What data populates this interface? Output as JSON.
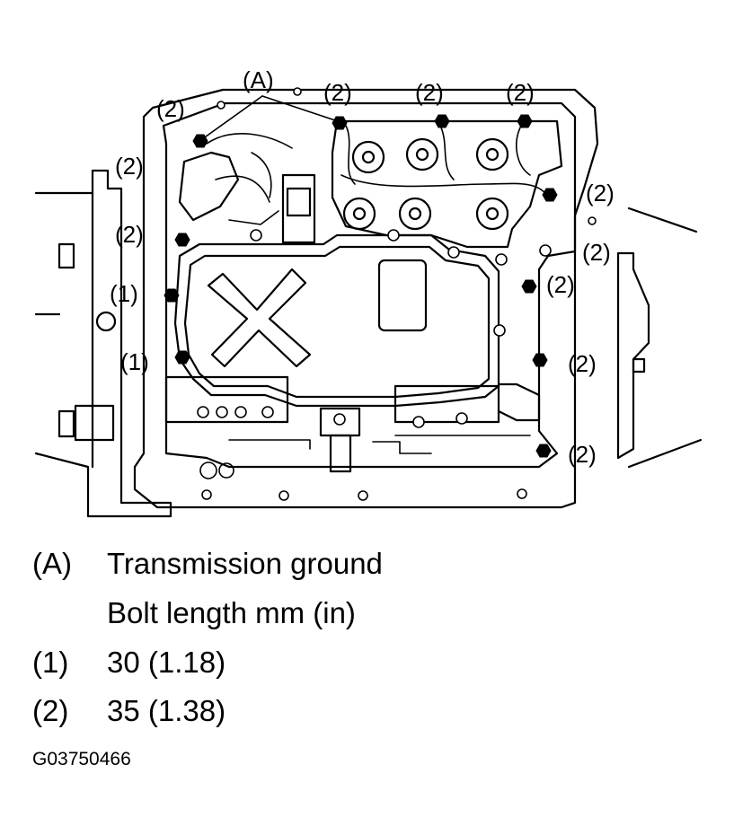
{
  "callouts": {
    "A": "(A)",
    "one": "(1)",
    "two": "(2)"
  },
  "legend": {
    "rows": [
      {
        "key": "(A)",
        "text": "Transmission ground"
      },
      {
        "key": "",
        "text": "Bolt length mm (in)"
      },
      {
        "key": "(1)",
        "text": "30 (1.18)"
      },
      {
        "key": "(2)",
        "text": "35 (1.38)"
      }
    ]
  },
  "figure_id": "G03750466"
}
